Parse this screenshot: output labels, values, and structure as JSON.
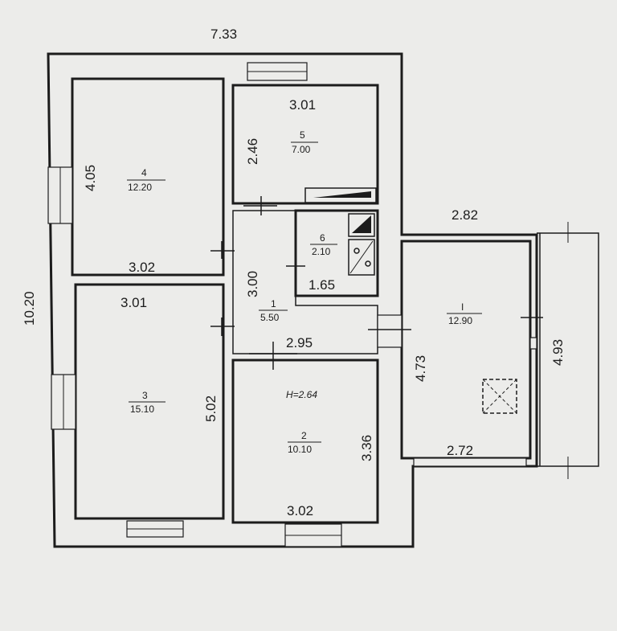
{
  "plan": {
    "overall_width": "7.33",
    "overall_height": "10.20",
    "ceiling_height": "H=2.64",
    "rooms": [
      {
        "id": "1",
        "area": "5.50"
      },
      {
        "id": "2",
        "area": "10.10"
      },
      {
        "id": "3",
        "area": "15.10"
      },
      {
        "id": "4",
        "area": "12.20"
      },
      {
        "id": "5",
        "area": "7.00"
      },
      {
        "id": "6",
        "area": "2.10"
      },
      {
        "id": "I",
        "area": "12.90"
      }
    ],
    "dimensions": {
      "room4_height": "4.05",
      "room4_width": "3.02",
      "room3_width": "3.01",
      "room3_height": "5.02",
      "room5_width": "3.01",
      "room5_height": "2.46",
      "room6_width": "1.65",
      "hall_height": "3.00",
      "hall_width": "2.95",
      "room2_height": "3.36",
      "room2_width": "3.02",
      "annex_top_width": "2.82",
      "annex_height": "4.73",
      "annex_bottom_width": "2.72",
      "porch_height": "4.93"
    }
  }
}
